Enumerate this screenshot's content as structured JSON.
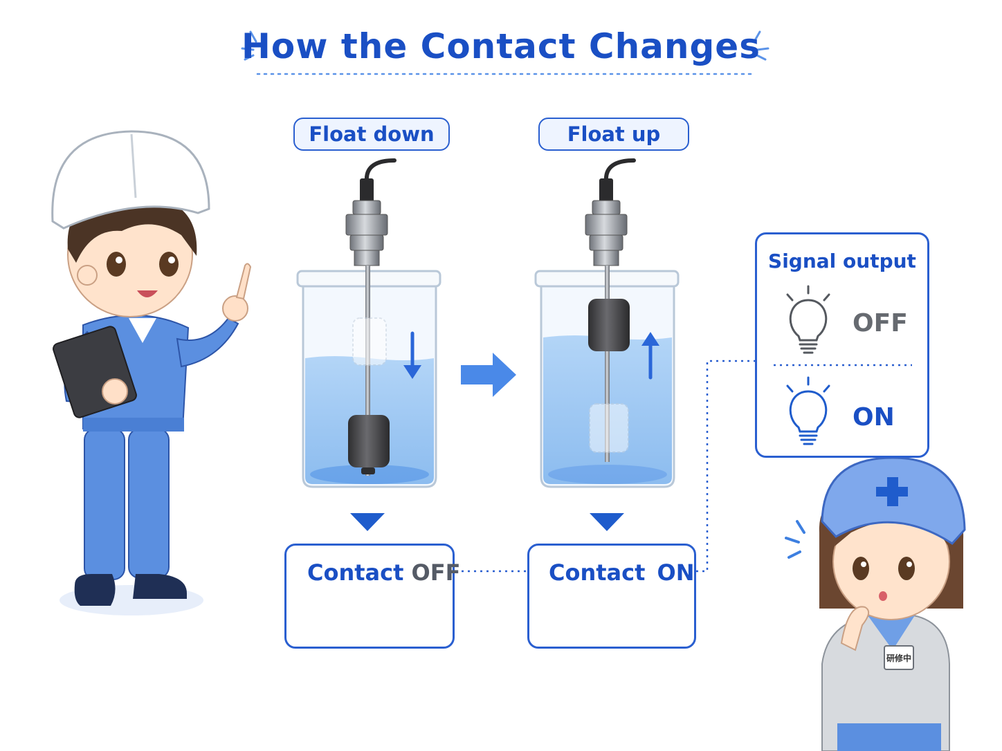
{
  "title": "How the Contact Changes",
  "states": [
    {
      "label": "Float down",
      "contact_word": "Contact",
      "contact_state": "OFF"
    },
    {
      "label": "Float up",
      "contact_word": "Contact",
      "contact_state": "ON"
    }
  ],
  "signal": {
    "title": "Signal output",
    "off_label": "OFF",
    "on_label": "ON"
  },
  "badge_text": "研修中",
  "colors": {
    "accent": "#1a4fc4",
    "water": "#9cc6f2",
    "float": "#4a4a4a",
    "off_gray": "#666a70"
  }
}
